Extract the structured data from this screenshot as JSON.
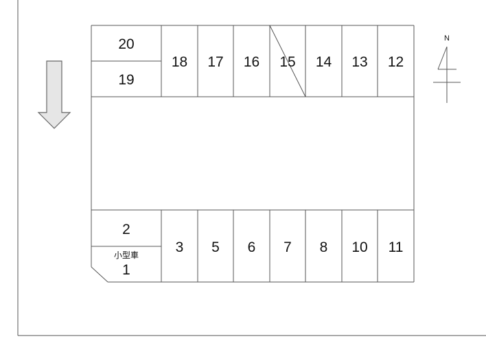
{
  "parking_lot": {
    "top_row": {
      "left_stack": [
        "20",
        "19"
      ],
      "spaces": [
        "18",
        "17",
        "16",
        "15",
        "14",
        "13",
        "12"
      ],
      "crossed_out_space": "15"
    },
    "bottom_row": {
      "left_stack_top": "2",
      "small_car_label": "小型車",
      "left_stack_bottom": "1",
      "spaces": [
        "3",
        "5",
        "6",
        "7",
        "8",
        "10",
        "11"
      ]
    }
  },
  "compass": {
    "north_label": "N"
  },
  "entrance_arrow": {
    "icon": "down-arrow-icon",
    "direction": "down"
  },
  "colors": {
    "line": "#555555",
    "arrow_fill": "#e6e6e6",
    "arrow_stroke": "#666666"
  }
}
